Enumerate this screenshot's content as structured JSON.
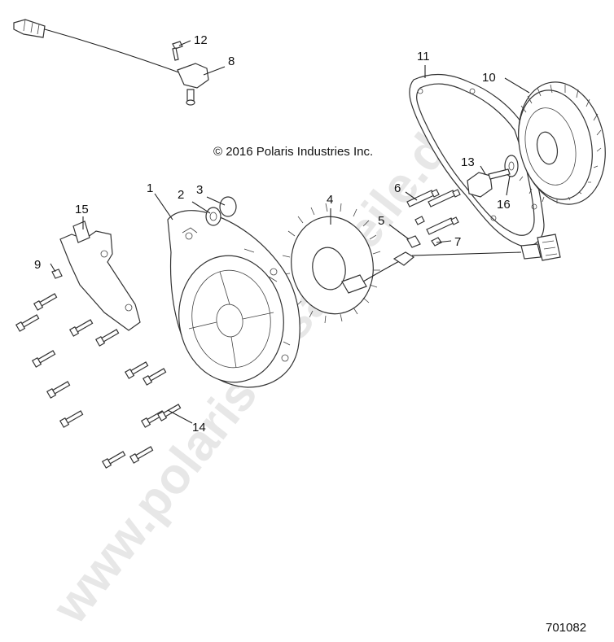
{
  "copyright": "© 2016  Polaris Industries Inc.",
  "diagram_number": "701082",
  "watermark": "www.polaris-ersatzteile.de",
  "callouts": [
    {
      "id": "1",
      "label": "1"
    },
    {
      "id": "2",
      "label": "2"
    },
    {
      "id": "3",
      "label": "3"
    },
    {
      "id": "4",
      "label": "4"
    },
    {
      "id": "5",
      "label": "5"
    },
    {
      "id": "6",
      "label": "6"
    },
    {
      "id": "7",
      "label": "7"
    },
    {
      "id": "8",
      "label": "8"
    },
    {
      "id": "9",
      "label": "9"
    },
    {
      "id": "10",
      "label": "10"
    },
    {
      "id": "11",
      "label": "11"
    },
    {
      "id": "12",
      "label": "12"
    },
    {
      "id": "13",
      "label": "13"
    },
    {
      "id": "14",
      "label": "14"
    },
    {
      "id": "15",
      "label": "15"
    },
    {
      "id": "16",
      "label": "16"
    }
  ]
}
